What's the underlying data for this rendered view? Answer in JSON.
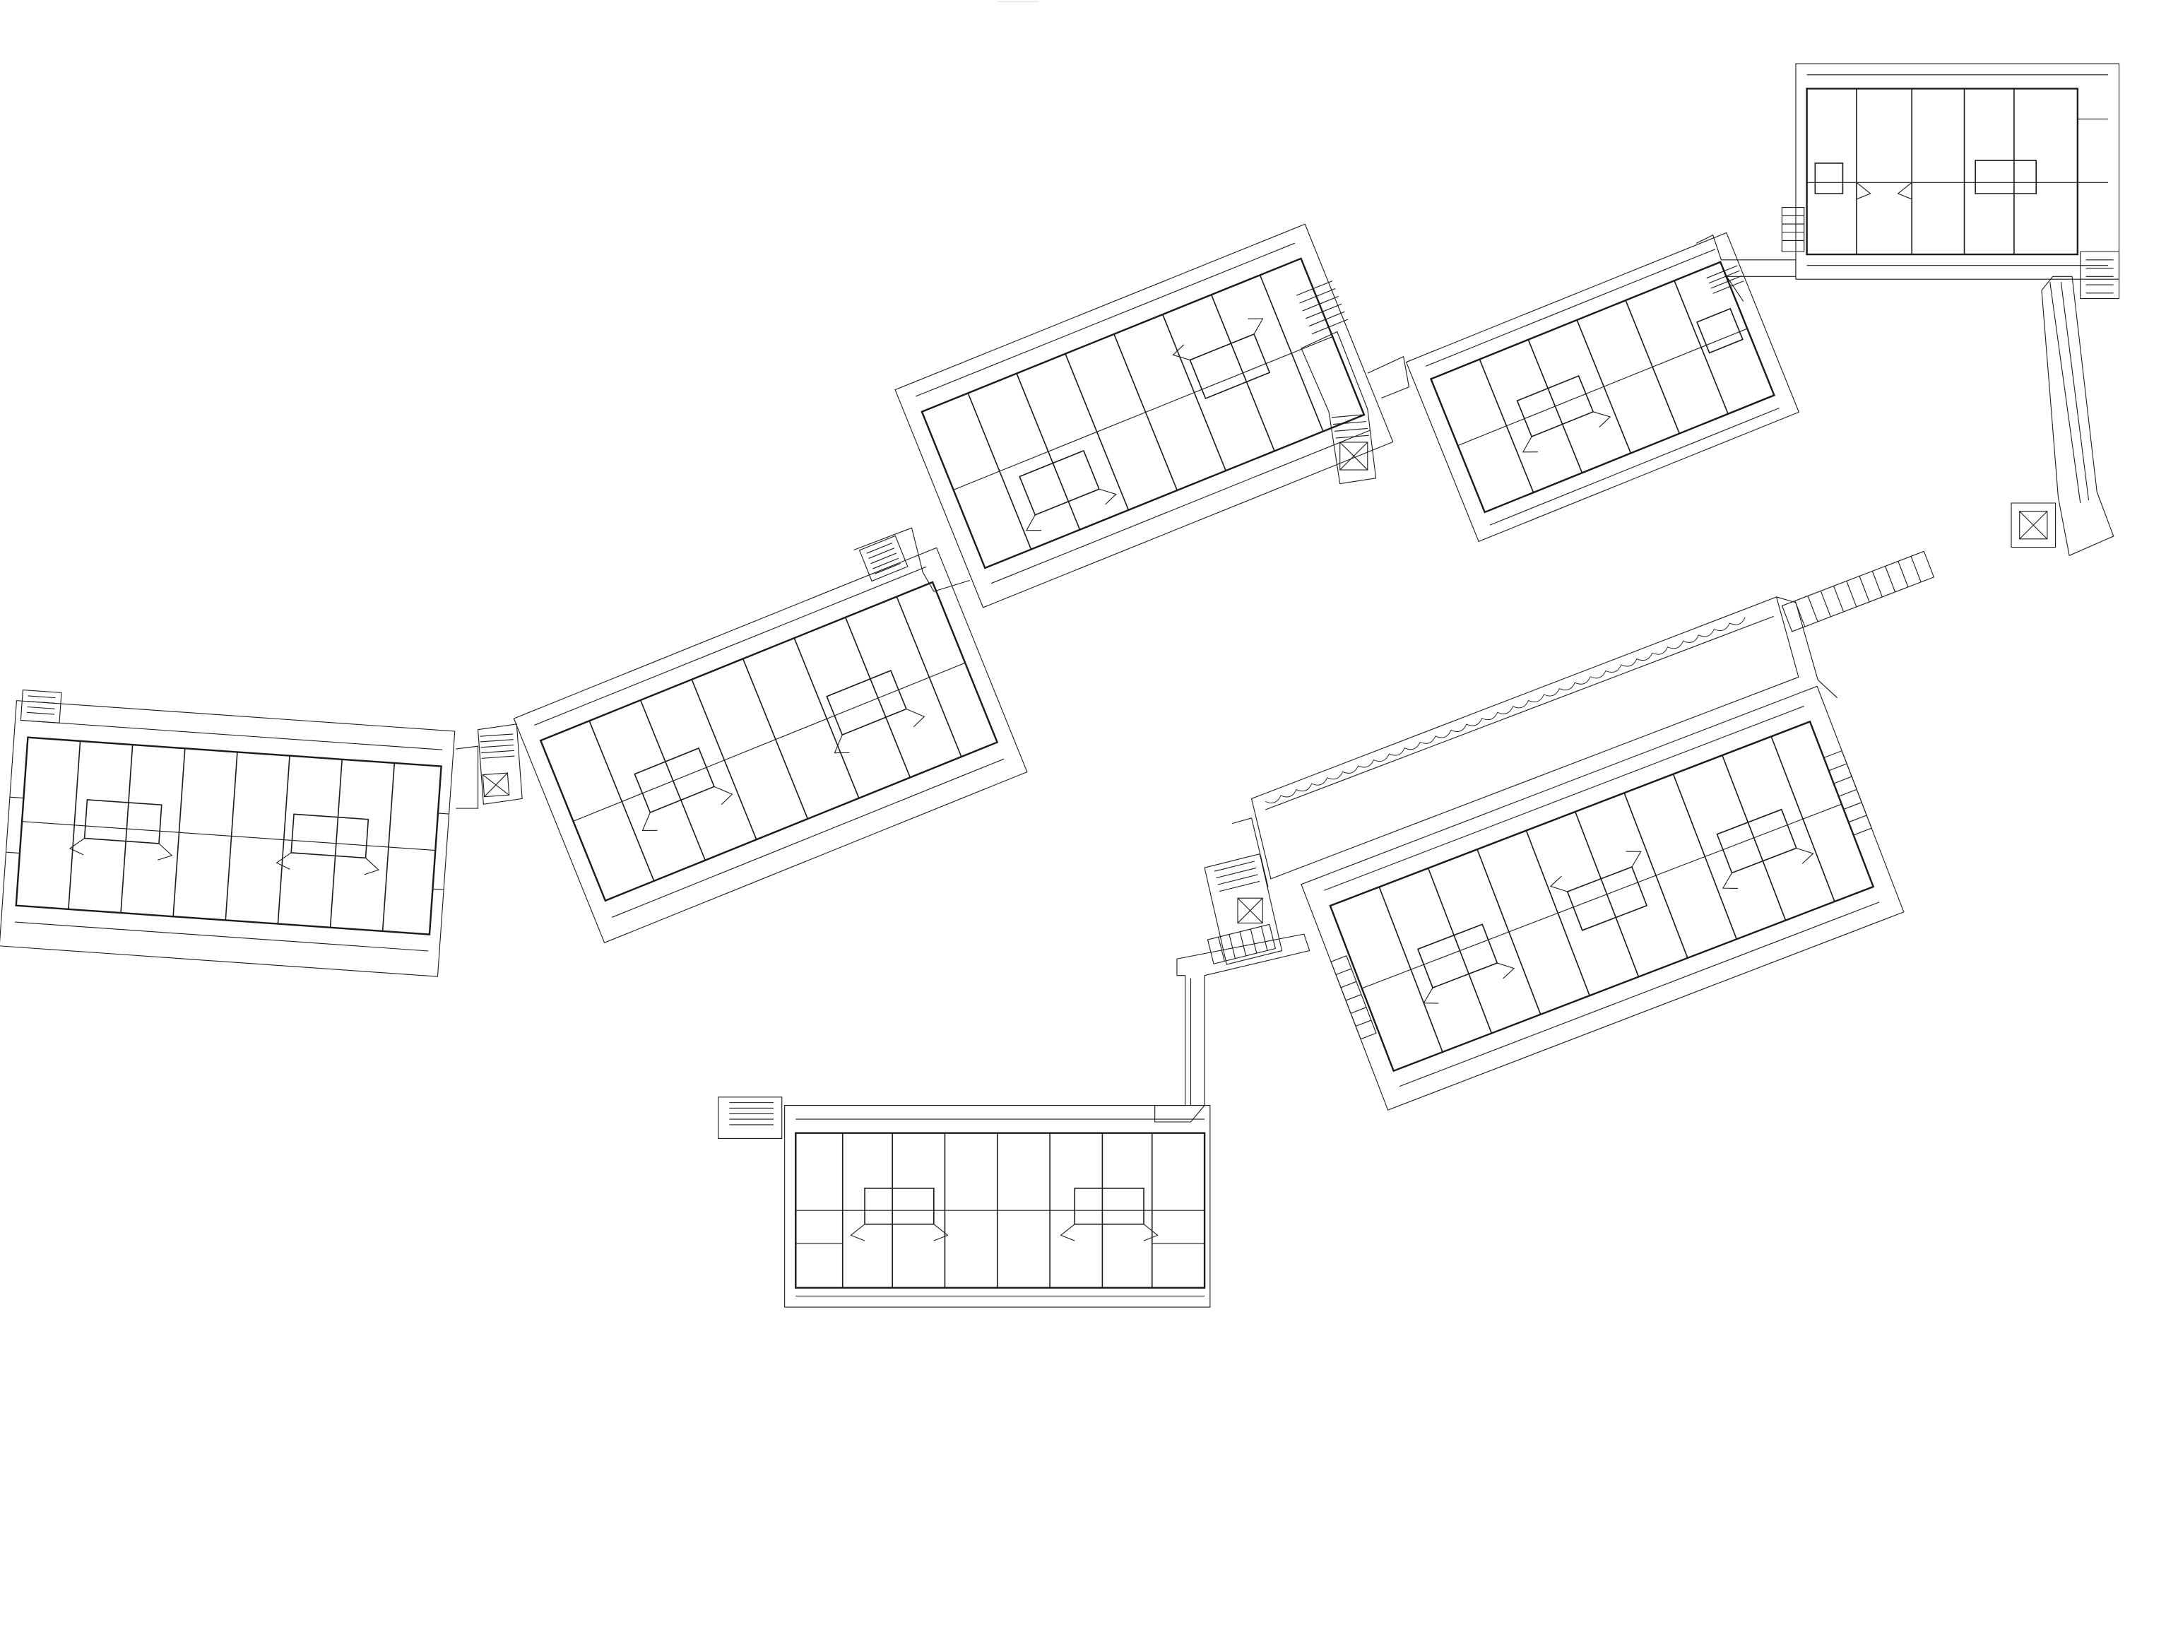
{
  "drawing": {
    "kind": "floor-plan",
    "text_labels": [],
    "colors": {
      "background": "#ffffff",
      "line": "#1a1a1a",
      "wall": "#0d0d0d"
    },
    "blocks": [
      {
        "name": "block-west",
        "typical_units": 2
      },
      {
        "name": "block-central-west",
        "typical_units": 2
      },
      {
        "name": "block-central",
        "typical_units": 2
      },
      {
        "name": "block-central-east",
        "typical_units": 1
      },
      {
        "name": "block-northeast",
        "typical_units": 2
      },
      {
        "name": "block-south",
        "typical_units": 2
      },
      {
        "name": "block-southeast",
        "typical_units": 3
      }
    ],
    "vertical_circulation": [
      {
        "name": "elevator-core-west"
      },
      {
        "name": "elevator-core-central"
      },
      {
        "name": "elevator-core-northeast"
      },
      {
        "name": "elevator-core-southeast"
      }
    ]
  }
}
